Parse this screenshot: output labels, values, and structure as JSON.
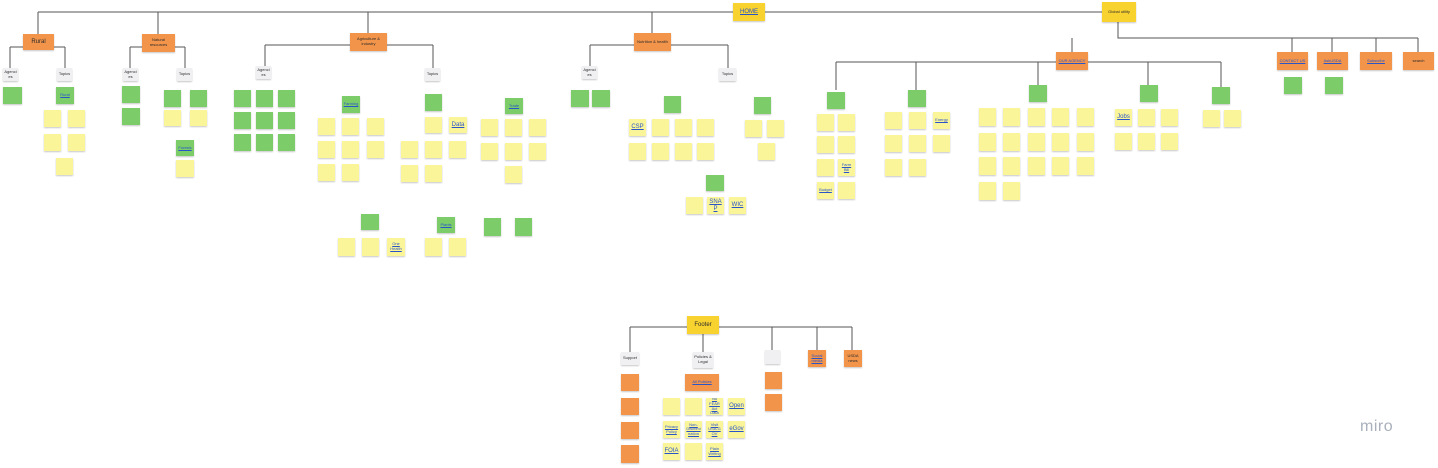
{
  "colors": {
    "yellow": "#fbf59a",
    "gold": "#f8d22f",
    "orange": "#f2944a",
    "green": "#7ccc6a",
    "gray": "#f0f0f3",
    "line": "#555555"
  },
  "brand": "miro",
  "nodes": {
    "home": "HOME",
    "global_utility": "Global utility",
    "rural": "Rural",
    "natural_resources": "Natural resources",
    "agriculture": "Agriculture & industry",
    "nutrition": "Nutrition & health",
    "agencies": "Agencies",
    "topics": "Topics",
    "our_agency": "OUR AGENCY",
    "contact": "CONTACT US",
    "ask": "AskUSDA",
    "subscribe": "Subscribe",
    "search": "search",
    "rural_topic": "Rural",
    "forests": "Forests",
    "farming": "Farming",
    "trade": "Trade",
    "data": "Data",
    "csp": "CSP",
    "snap": "SNAP",
    "wic": "WIC",
    "jobs": "Jobs",
    "farm_bill": "Farm Bill",
    "budget": "Budget",
    "energy": "Energy",
    "one_health": "One Health",
    "plants": "Plants",
    "footer": "Footer",
    "support": "Support",
    "policies_legal": "Policies & Legal",
    "all_policies": "All Policies",
    "open": "Open",
    "egov": "eGov",
    "foia": "FOIA",
    "privacy": "Privacy Policy",
    "usagov": "Visit USA.GOV",
    "no_fear": "No FEAR Act Data",
    "non_disc": "Non-Discrimination",
    "plain": "Plain Writing",
    "social": "Social media",
    "usda_news": "USDA news"
  }
}
